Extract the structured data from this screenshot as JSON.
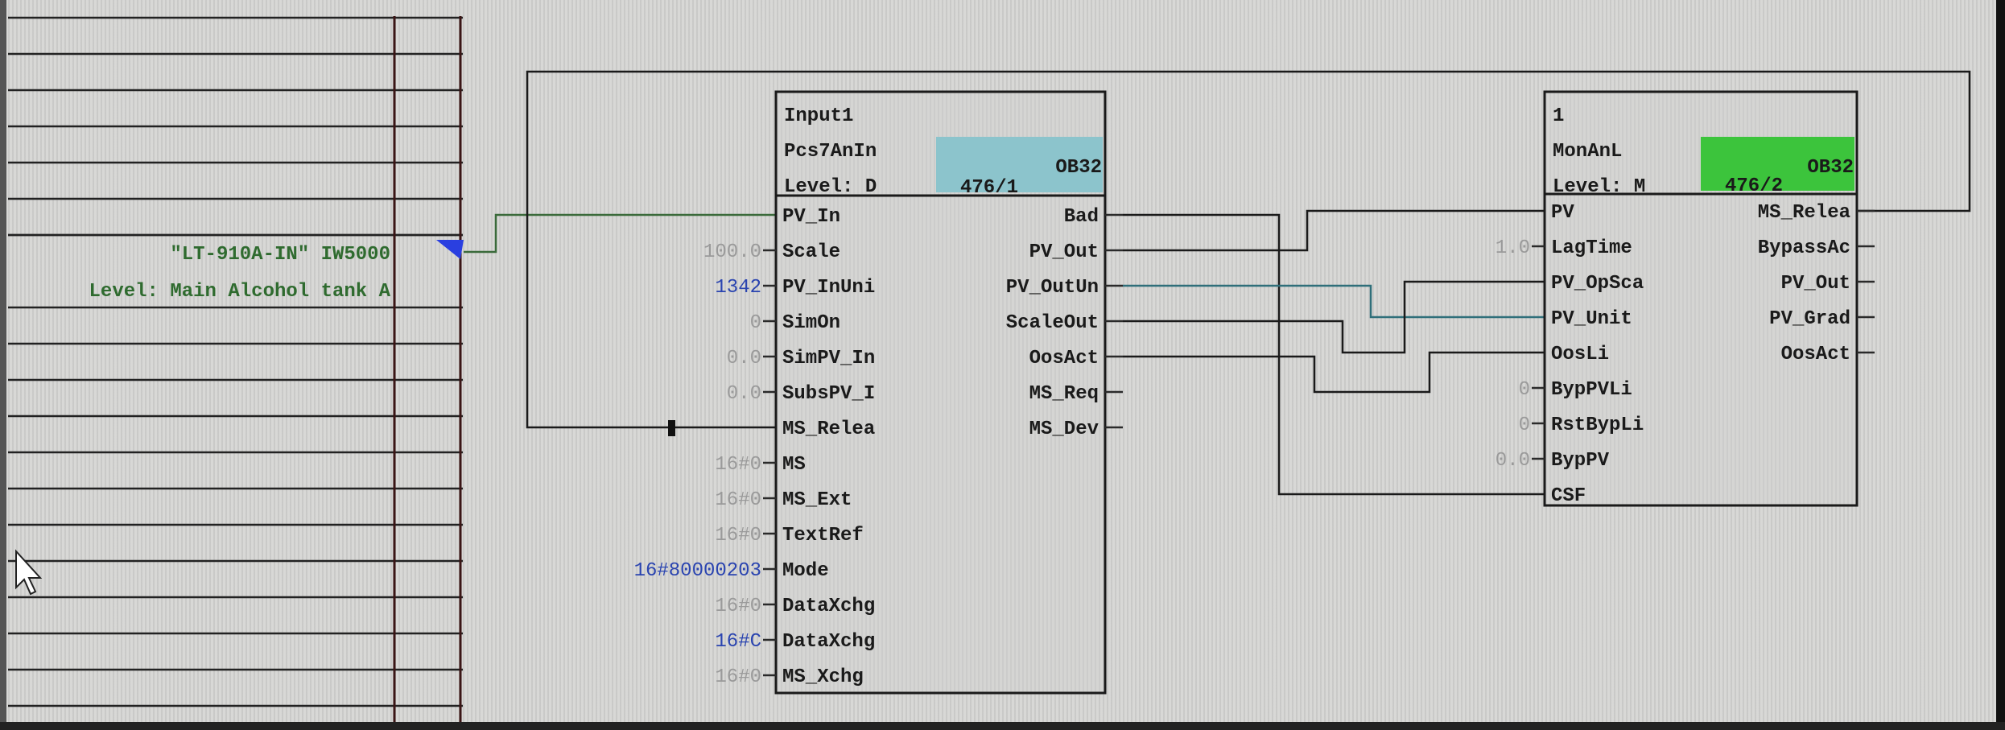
{
  "tag": {
    "name": "\"LT-910A-IN\" IW5000",
    "comment": "Level: Main Alcohol tank A"
  },
  "block_input": {
    "instance": "Input1",
    "type": "Pcs7AnIn",
    "level": "Level: D",
    "ob": "OB32",
    "seq": "476/1",
    "status_color": "#8cc4cc",
    "inputs": [
      {
        "name": "PV_In",
        "value": null
      },
      {
        "name": "Scale",
        "value": "100.0"
      },
      {
        "name": "PV_InUni",
        "value": "1342",
        "highlight": true
      },
      {
        "name": "SimOn",
        "value": "0"
      },
      {
        "name": "SimPV_In",
        "value": "0.0"
      },
      {
        "name": "SubsPV_I",
        "value": "0.0"
      },
      {
        "name": "MS_Relea",
        "value": null
      },
      {
        "name": "MS",
        "value": "16#0"
      },
      {
        "name": "MS_Ext",
        "value": "16#0"
      },
      {
        "name": "TextRef",
        "value": "16#0"
      },
      {
        "name": "Mode",
        "value": "16#80000203",
        "highlight": true
      },
      {
        "name": "DataXchg",
        "value": "16#0"
      },
      {
        "name": "DataXchg",
        "value": "16#C",
        "highlight": true
      },
      {
        "name": "MS_Xchg",
        "value": "16#0"
      }
    ],
    "outputs": [
      "Bad",
      "PV_Out",
      "PV_OutUn",
      "ScaleOut",
      "OosAct",
      "MS_Req",
      "MS_Dev"
    ]
  },
  "block_mon": {
    "instance": "1",
    "type": "MonAnL",
    "level": "Level: M",
    "ob": "OB32",
    "seq": "476/2",
    "status_color": "#3cc43c",
    "inputs": [
      {
        "name": "PV",
        "value": null
      },
      {
        "name": "LagTime",
        "value": "1.0"
      },
      {
        "name": "PV_OpSca",
        "value": null
      },
      {
        "name": "PV_Unit",
        "value": null
      },
      {
        "name": "OosLi",
        "value": null
      },
      {
        "name": "BypPVLi",
        "value": "0"
      },
      {
        "name": "RstBypLi",
        "value": "0"
      },
      {
        "name": "BypPV",
        "value": "0.0"
      },
      {
        "name": "CSF",
        "value": null
      }
    ],
    "outputs": [
      "MS_Relea",
      "BypassAc",
      "PV_Out",
      "PV_Grad",
      "OosAct"
    ]
  }
}
